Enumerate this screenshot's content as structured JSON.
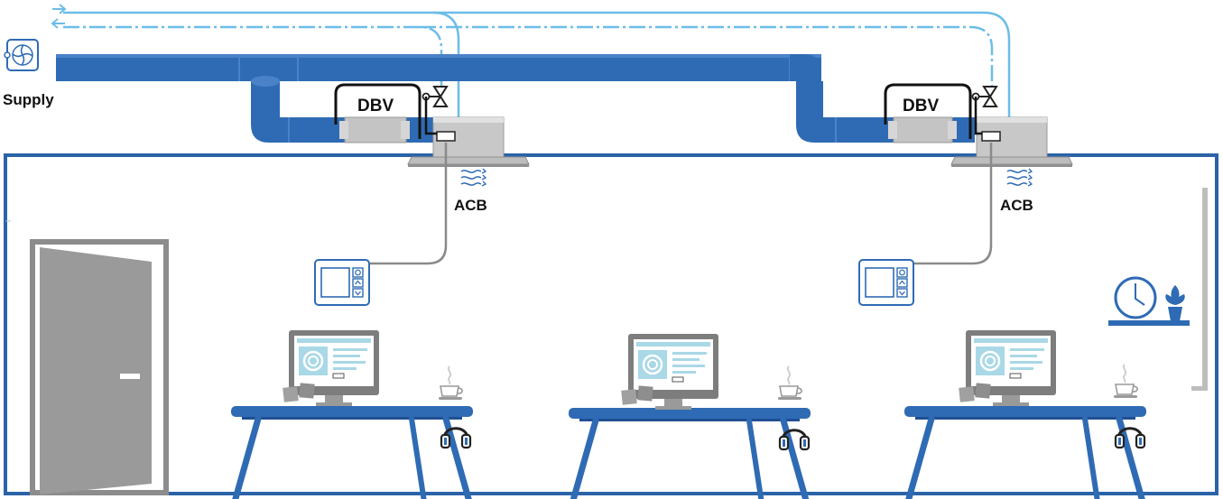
{
  "labels": {
    "supply": "Supply",
    "dbv_left": "DBV",
    "dbv_right": "DBV",
    "acb_left": "ACB",
    "acb_right": "ACB"
  },
  "colors": {
    "duct": "#2f6bb4",
    "duct_dark": "#1f4f93",
    "water": "#6cbde8",
    "wall": "#2b63a8",
    "unit_gray": "#c4c4c4",
    "control_wire": "#8a8a8a",
    "screen": "#a9d8e6"
  },
  "icons": {
    "supply_fan": "fan-icon",
    "flow_arrows": "flow-arrows-icon",
    "valve": "valve-icon",
    "air_flow": "air-flow-icon",
    "thermostat": "thermostat-icon",
    "clock": "clock-icon",
    "plant": "plant-icon",
    "coffee": "coffee-cup-icon",
    "headphones": "headphones-icon"
  }
}
